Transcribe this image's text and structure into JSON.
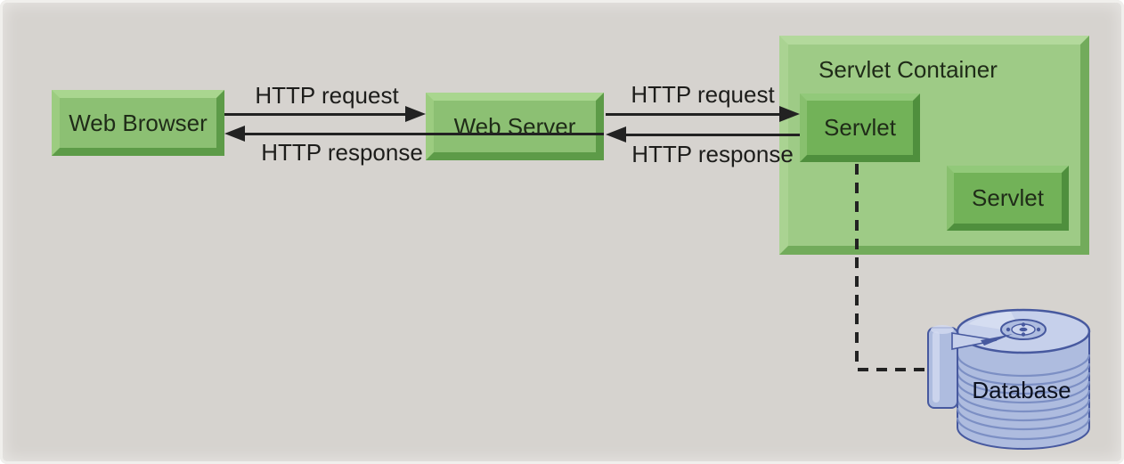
{
  "diagram": {
    "nodes": {
      "web_browser": "Web Browser",
      "web_server": "Web Server",
      "servlet_container": "Servlet Container",
      "servlet_left": "Servlet",
      "servlet_right": "Servlet",
      "database": "Database"
    },
    "connections": {
      "browser_server_request": "HTTP request",
      "browser_server_response": "HTTP response",
      "server_container_request": "HTTP request",
      "server_container_response": "HTTP response"
    }
  },
  "colors": {
    "canvas_bg": "#d6d3cf",
    "canvas_edge": "#f0efec",
    "node_fill": "#8cc073",
    "node_bevel_light": "#a9d68f",
    "node_bevel_light2": "#9ccc80",
    "node_bevel_dark": "#5d9b48",
    "container_fill": "#9ecb86",
    "container_bevel_light": "#b3d99c",
    "container_bevel_light2": "#aad392",
    "container_bevel_dark": "#72ab5b",
    "servlet_fill": "#72b258",
    "servlet_bevel_light": "#92c97a",
    "servlet_bevel_light2": "#88c06e",
    "servlet_bevel_dark": "#4f8f3d",
    "node_text": "#1f2b18",
    "label_text": "#1d1d1b",
    "arrow_color": "#222222",
    "db_body": "#aebcdf",
    "db_ridge": "#7c8fc4",
    "db_outline": "#47599f",
    "db_top": "#c6d0eb",
    "db_text": "#0d1220"
  }
}
